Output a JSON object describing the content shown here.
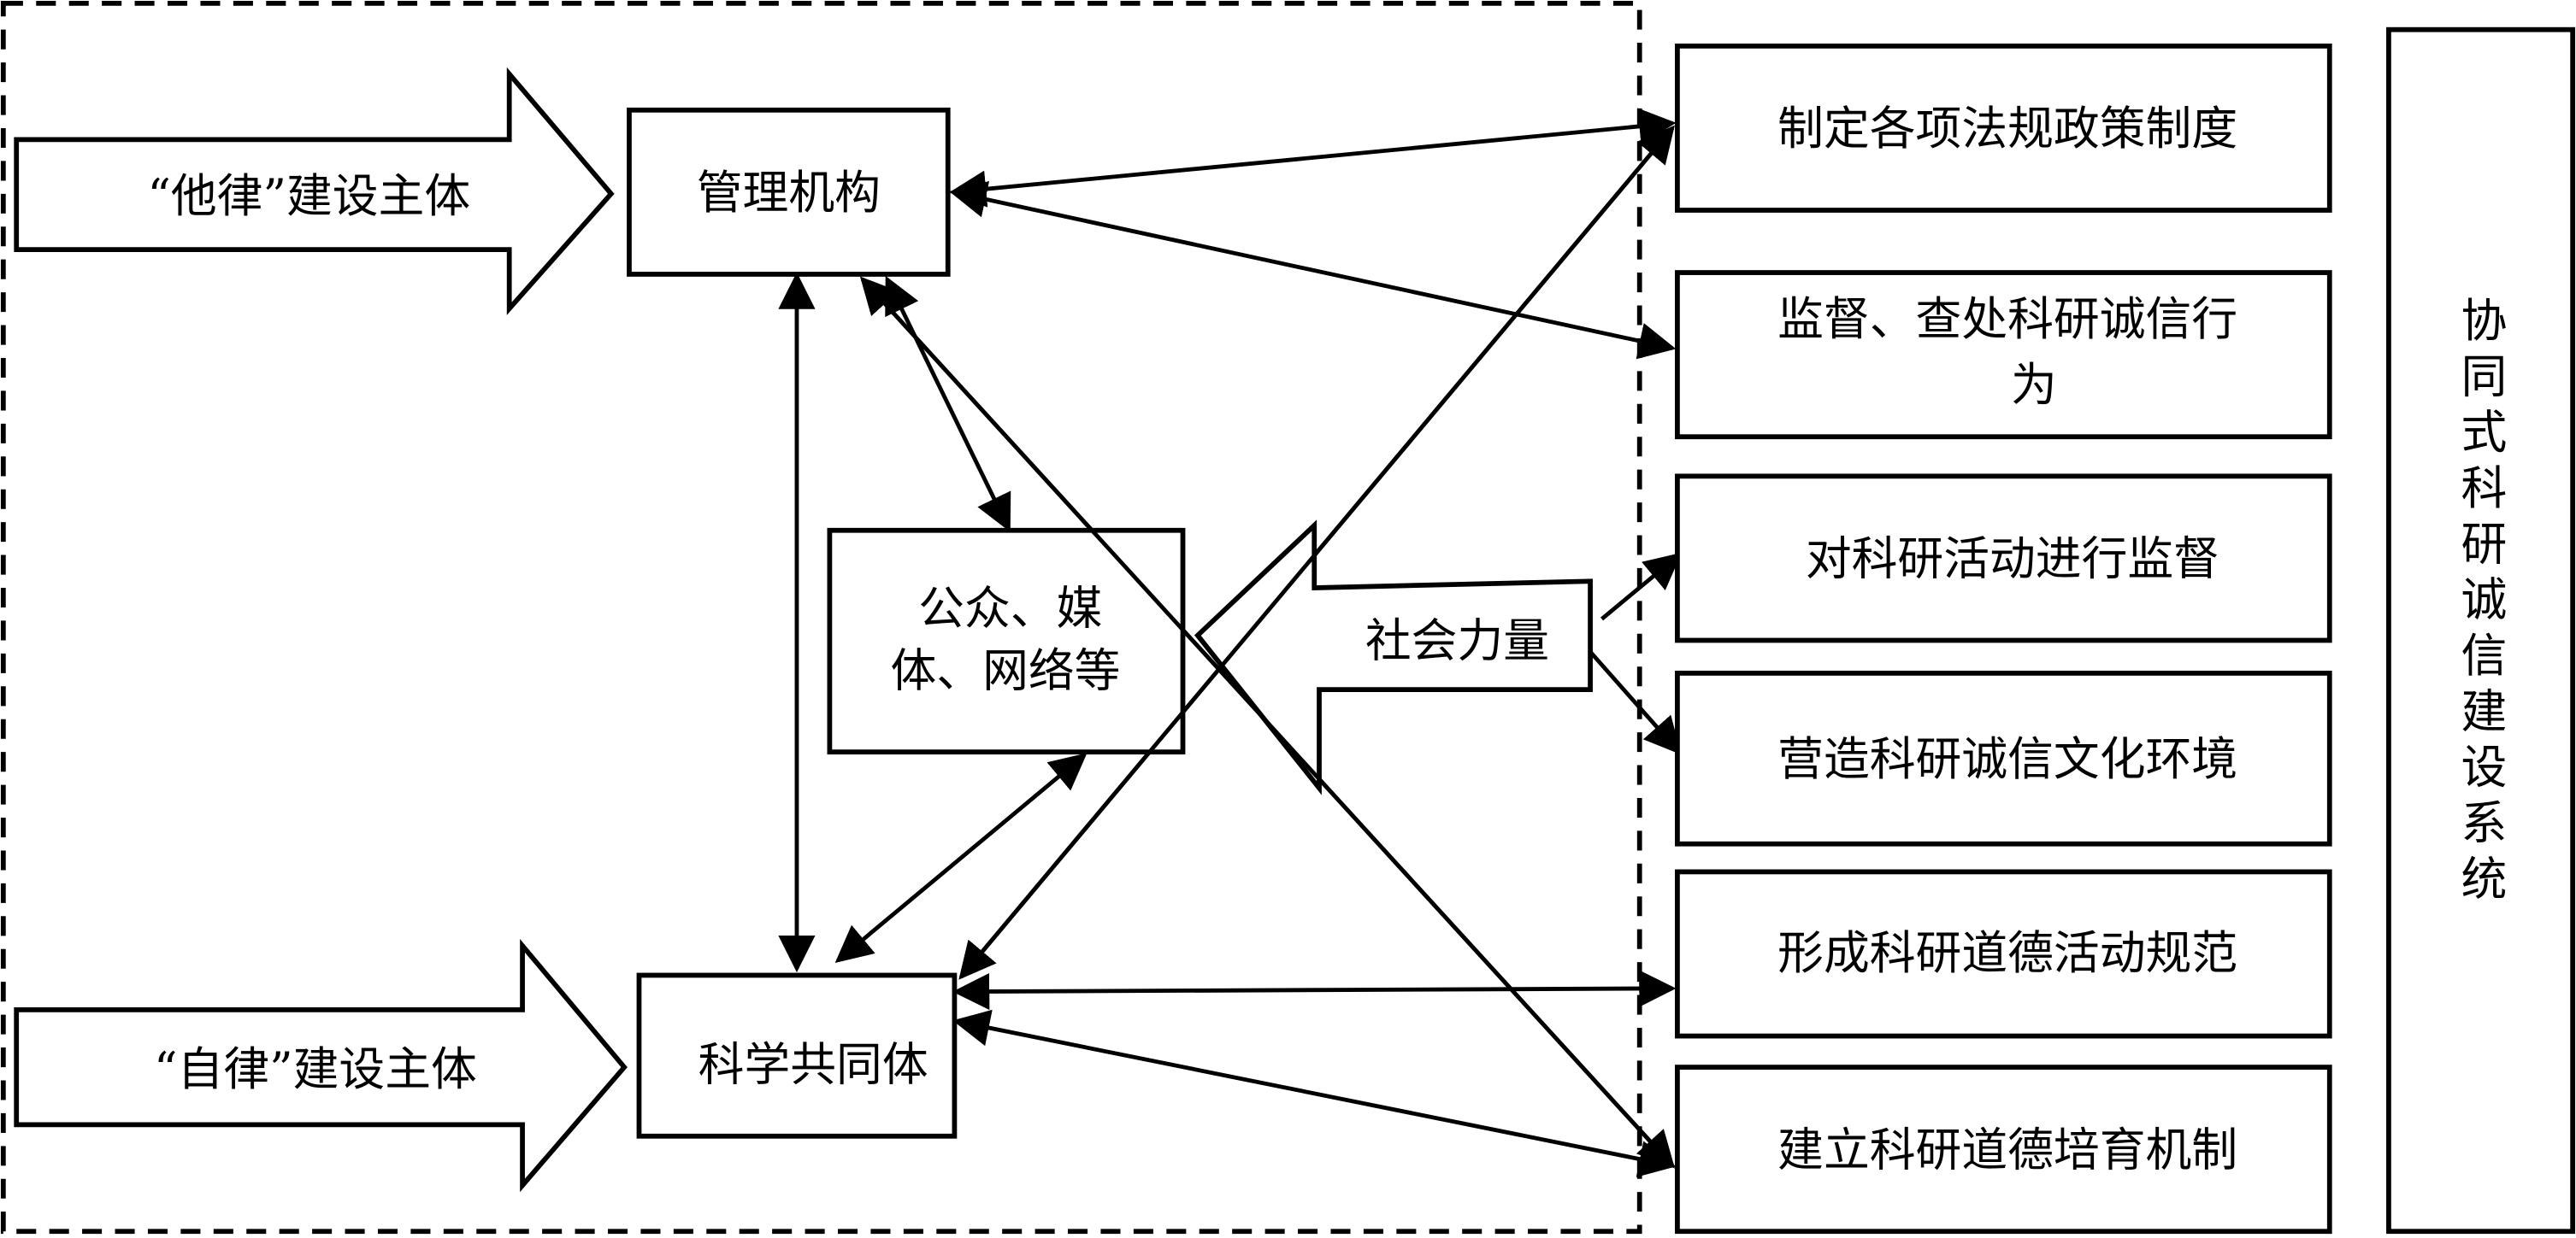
{
  "left_arrows": {
    "heteronomy": "“他律”建设主体",
    "autonomy": "“自律”建设主体"
  },
  "nodes": {
    "management": "管理机构",
    "public_line1": "公众、媒",
    "public_line2": "体、网络等",
    "science_community": "科学共同体",
    "social_force": "社会力量"
  },
  "functions": [
    {
      "line1": "制定各项法规政策制度",
      "line2": ""
    },
    {
      "line1": "监督、查处科研诚信行",
      "line2": "为"
    },
    {
      "line1": "对科研活动进行监督",
      "line2": ""
    },
    {
      "line1": "营造科研诚信文化环境",
      "line2": ""
    },
    {
      "line1": "形成科研道德活动规范",
      "line2": ""
    },
    {
      "line1": "建立科研道德培育机制",
      "line2": ""
    }
  ],
  "system_label": [
    "协",
    "同",
    "式",
    "科",
    "研",
    "诚",
    "信",
    "建",
    "设",
    "系",
    "统"
  ],
  "colors": {
    "stroke": "#000000",
    "background": "#ffffff"
  }
}
